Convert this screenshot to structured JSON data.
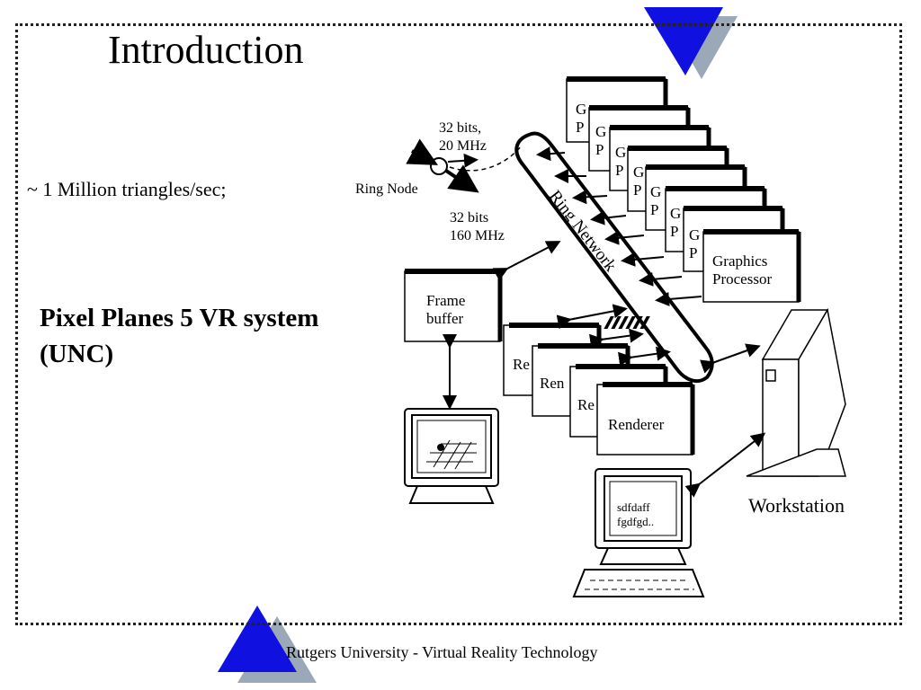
{
  "slide": {
    "title": "Introduction",
    "bullet": "~ 1 Million  triangles/sec;",
    "subtitle_line1": "Pixel Planes 5 VR system",
    "subtitle_line2": "(UNC)",
    "footer": "Rutgers University - Virtual Reality Technology"
  },
  "diagram": {
    "link_top_line1": "32 bits,",
    "link_top_line2": "20 MHz",
    "ring_node": "Ring Node",
    "link_bottom_line1": "32 bits",
    "link_bottom_line2": "160 MHz",
    "ring_network": "Ring Network",
    "gp_label_line1": "Graphics",
    "gp_label_line2": "Processor",
    "gp_stack_stub_line1": "G",
    "gp_stack_stub_line2": "P",
    "frame_buffer_line1": "Frame",
    "frame_buffer_line2": "buffer",
    "renderer_label": "Renderer",
    "renderer_stub_1": "Re",
    "renderer_stub_2": "Ren",
    "renderer_stub_3": "Re",
    "workstation_label": "Workstation",
    "screen_text_line1": "sdfdaff",
    "screen_text_line2": "fgdfgd.."
  },
  "colors": {
    "triangle_blue": "#1010e0",
    "triangle_shadow": "#9aa8b8",
    "line": "#000000",
    "background": "#ffffff"
  }
}
